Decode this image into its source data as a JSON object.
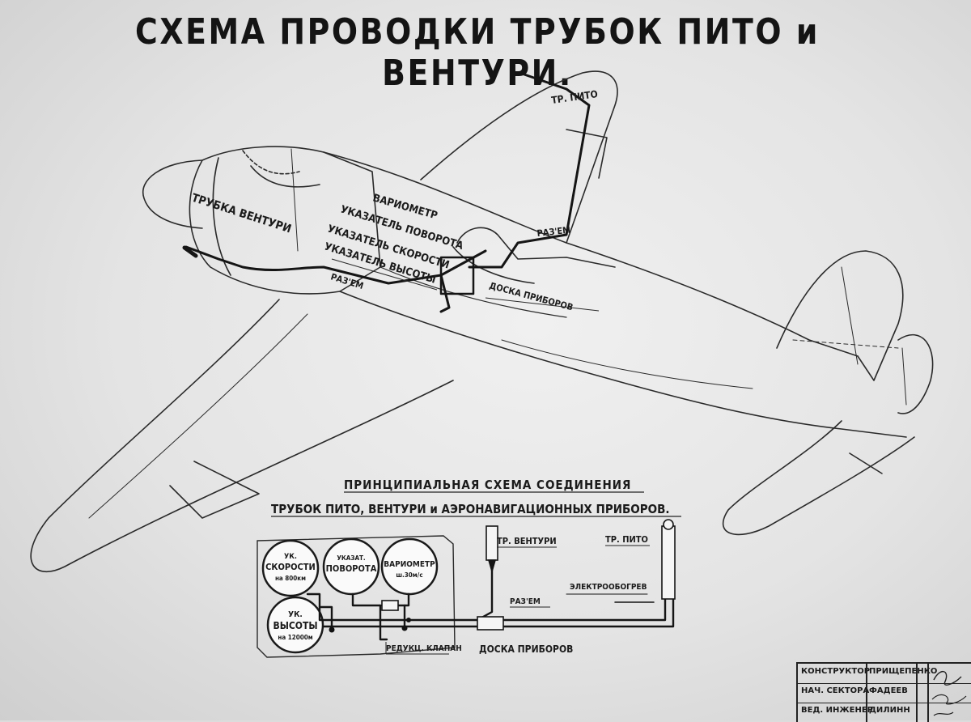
{
  "title": "СХЕМА ПРОВОДКИ ТРУБОК ПИТО и ВЕНТУРИ.",
  "aircraft_labels": {
    "pitot_tube": "ТР. ПИТО",
    "venturi_tube": "ТРУБКА ВЕНТУРИ",
    "variometer": "ВАРИОМЕТР",
    "turn_indicator": "УКАЗАТЕЛЬ ПОВОРОТА",
    "speed_indicator": "УКАЗАТЕЛЬ СКОРОСТИ",
    "altitude_indicator": "УКАЗАТЕЛЬ ВЫСОТЫ",
    "connector_fuselage": "РАЗ'ЕМ",
    "connector_wing": "РАЗ'ЕМ",
    "instrument_panel": "ДОСКА ПРИБОРОВ"
  },
  "schematic": {
    "heading_line1": "ПРИНЦИПИАЛЬНАЯ СХЕМА СОЕДИНЕНИЯ",
    "heading_line2": "ТРУБОК ПИТО, ВЕНТУРИ и АЭРОНАВИГАЦИОННЫХ ПРИБОРОВ.",
    "gauges": [
      {
        "line1": "УК.",
        "line2": "СКОРОСТИ",
        "line3": "на 800км"
      },
      {
        "line1": "УКАЗАТ.",
        "line2": "ПОВОРОТА",
        "line3": ""
      },
      {
        "line1": "ВАРИОМЕТР",
        "line2": "ш.30м/с",
        "line3": ""
      },
      {
        "line1": "УК.",
        "line2": "ВЫСОТЫ",
        "line3": "на 12000м"
      }
    ],
    "venturi_label": "ТР. ВЕНТУРИ",
    "pitot_label": "ТР. ПИТО",
    "heater_label": "ЭЛЕКТРООБОГРЕВ",
    "connector_label": "РАЗ'ЕМ",
    "reducer_label": "РЕДУКЦ. КЛАПАН",
    "panel_label": "ДОСКА ПРИБОРОВ"
  },
  "stamp": {
    "rows": [
      {
        "role": "КОНСТРУКТОР",
        "name": "ПРИЩЕПЕНКО"
      },
      {
        "role": "НАЧ. СЕКТОРА",
        "name": "ФАДЕЕВ"
      },
      {
        "role": "ВЕД. ИНЖЕНЕР",
        "name": "ДИЛИНН"
      }
    ]
  }
}
